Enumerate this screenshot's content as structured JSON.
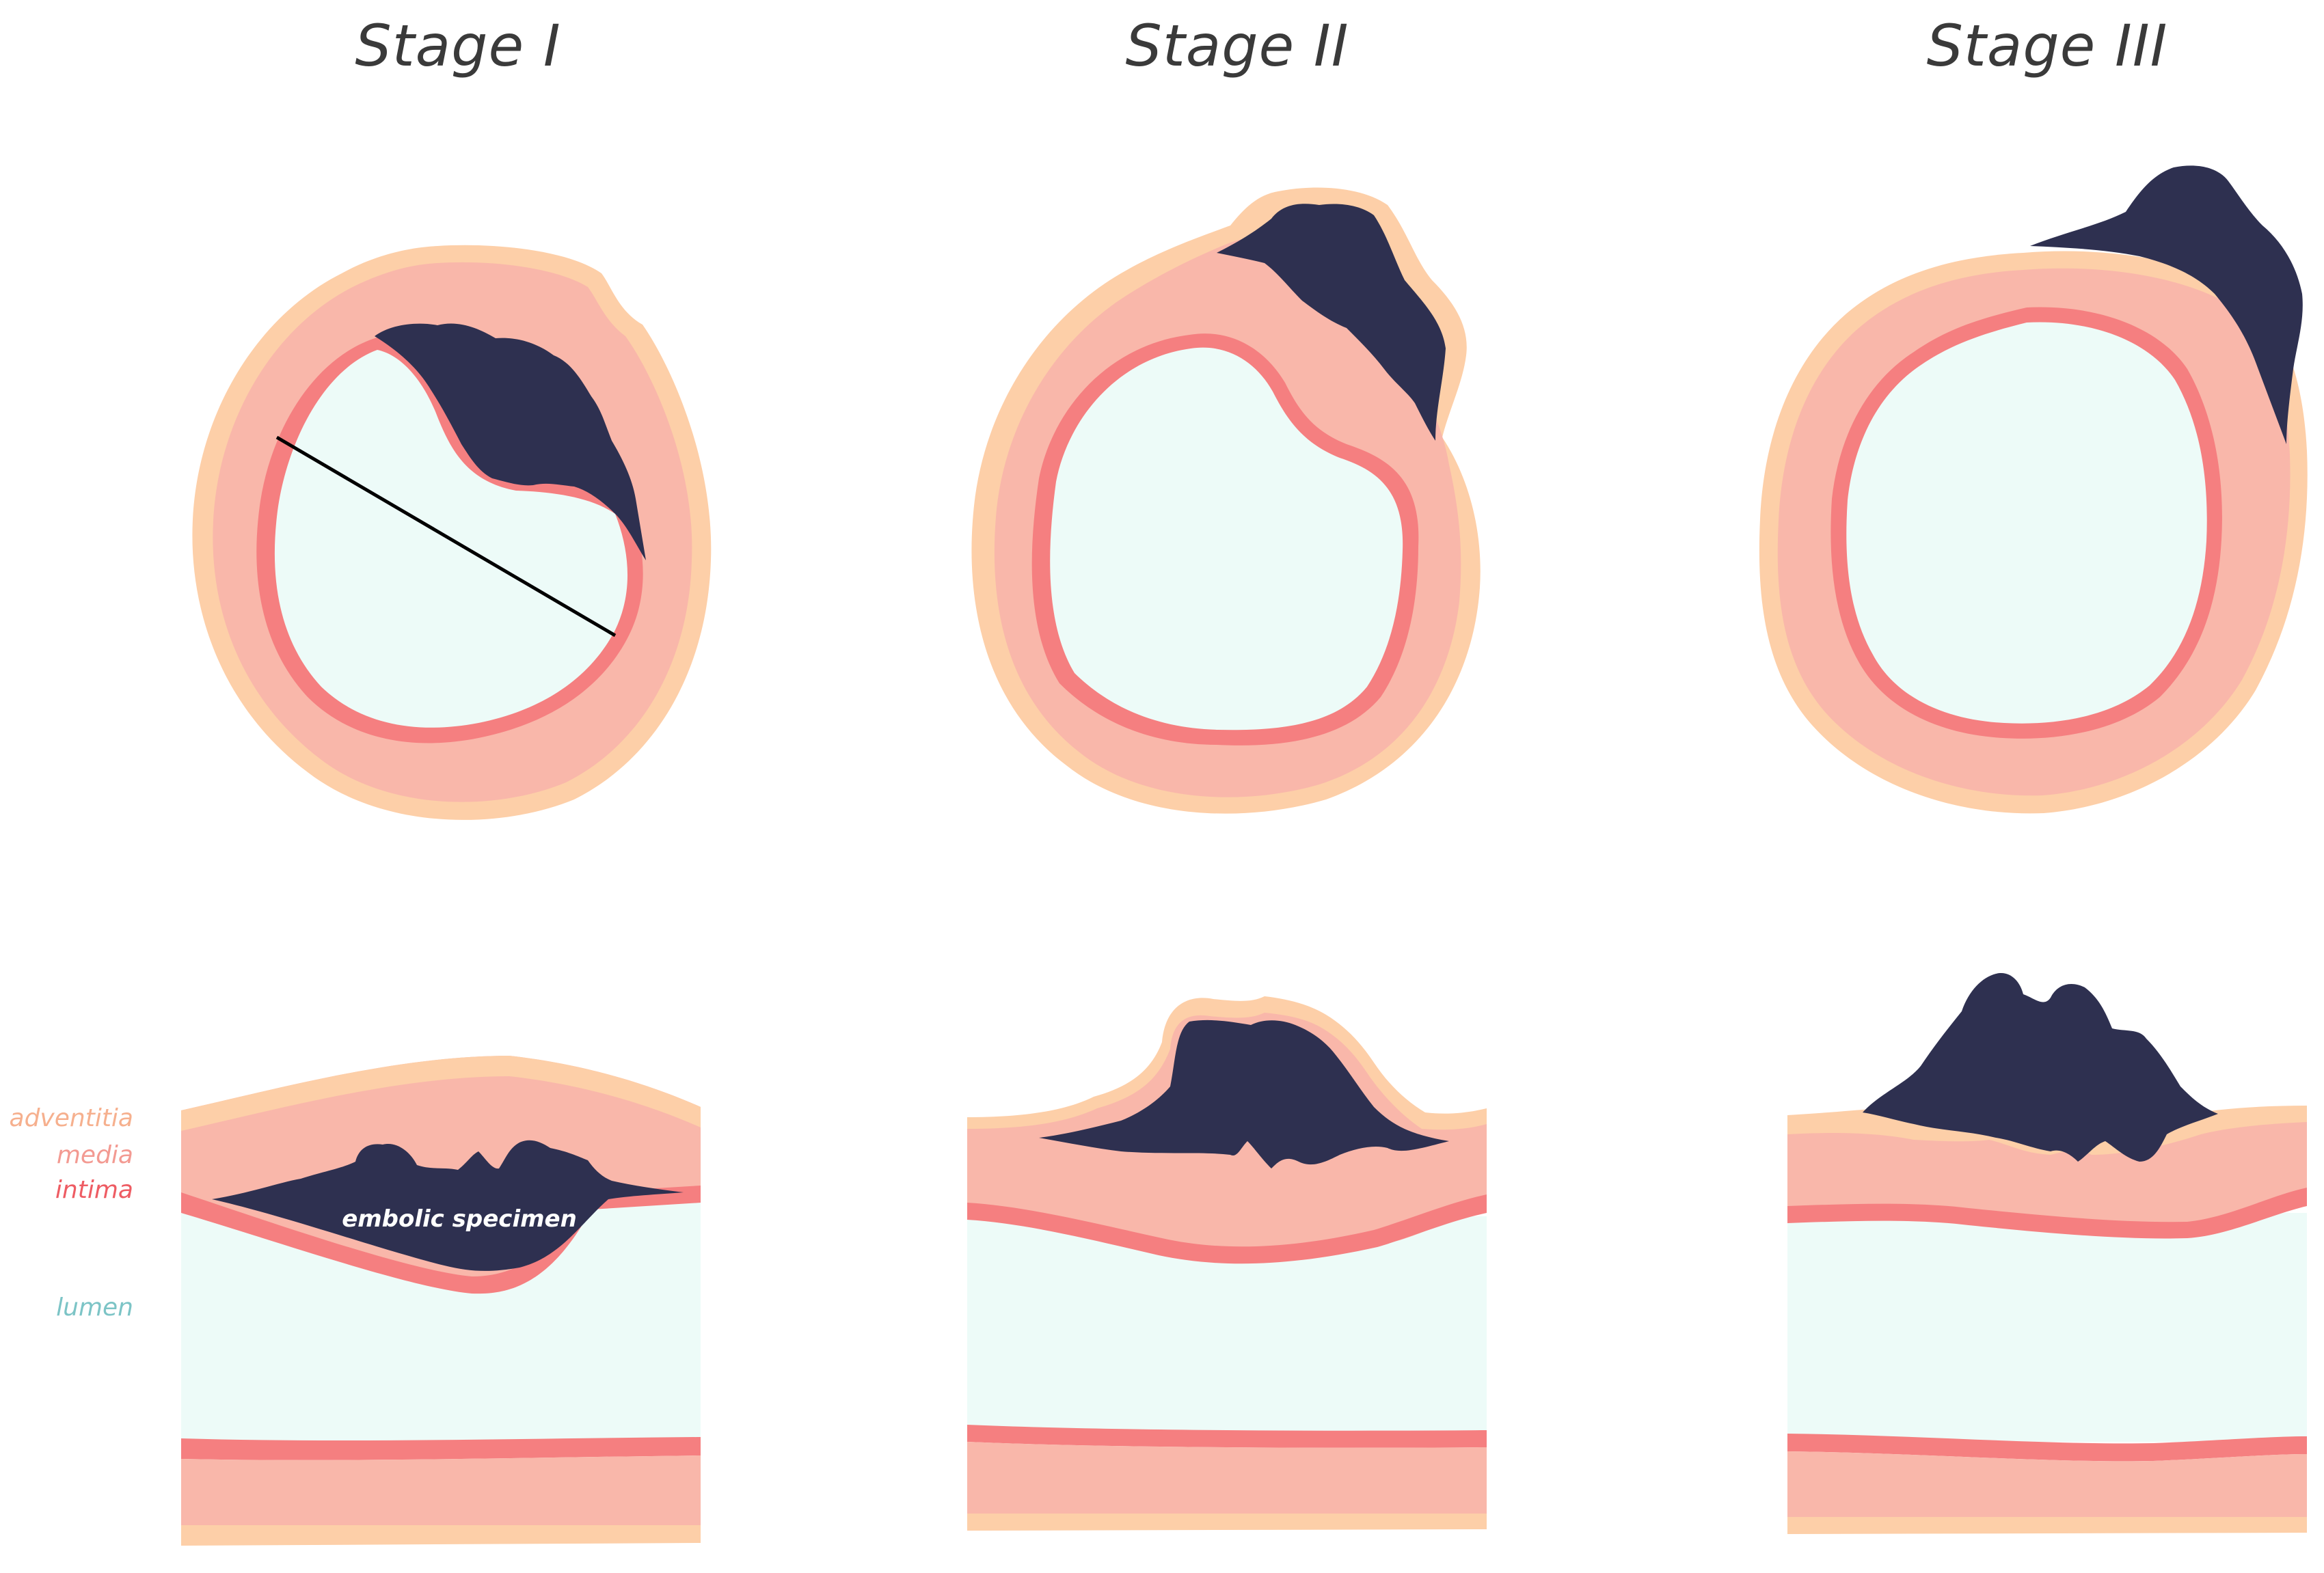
{
  "stages": [
    {
      "title": "Stage I"
    },
    {
      "title": "Stage II"
    },
    {
      "title": "Stage III"
    }
  ],
  "labels": {
    "adventitia": "adventitia",
    "media": "media",
    "intima": "intima",
    "lumen": "lumen",
    "specimen": "embolic specimen"
  },
  "colors": {
    "adventitia": "#FDCFA8",
    "media": "#F9B7AA",
    "intima": "#F57F80",
    "lumen": "#EDFBF8",
    "embolus": "#2E3050",
    "adventitia_label": "#F6B08E",
    "media_label": "#F39A92",
    "intima_label": "#EE5C63",
    "lumen_label": "#7CC4C6"
  }
}
